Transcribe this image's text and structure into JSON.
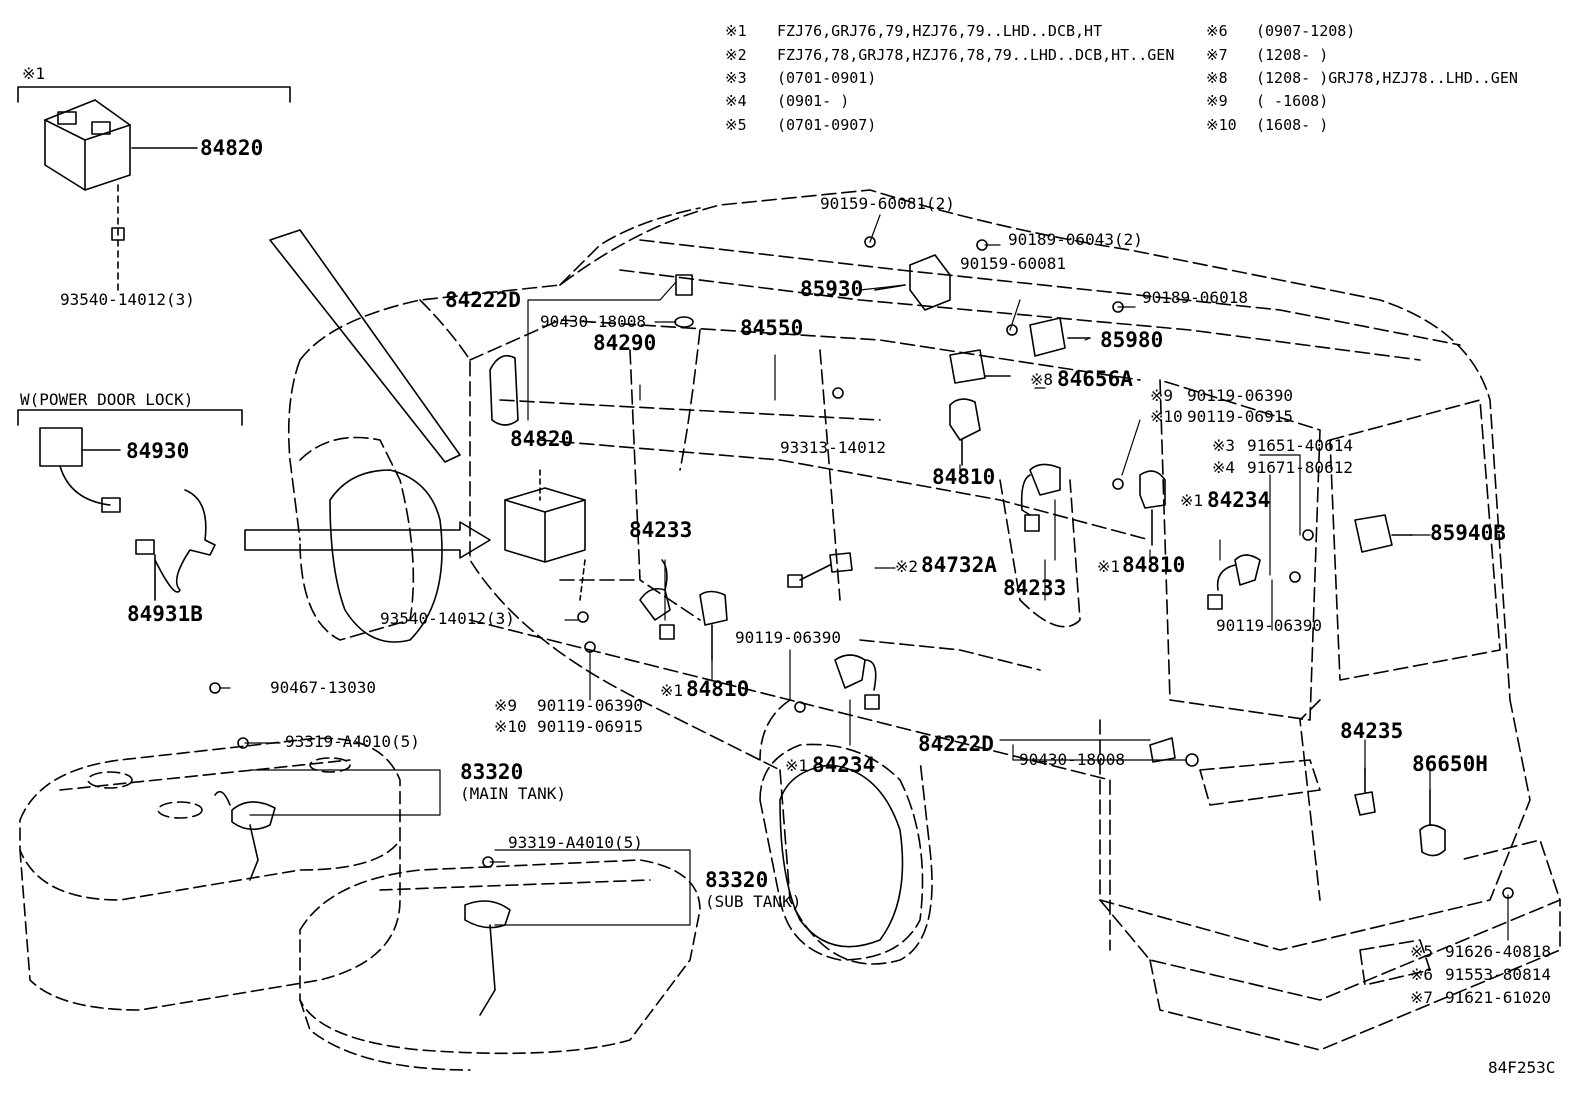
{
  "diagram_id": "84F253C",
  "notes": [
    {
      "mark": "※1",
      "text": "FZJ76,GRJ76,79,HZJ76,79..LHD..DCB,HT"
    },
    {
      "mark": "※2",
      "text": "FZJ76,78,GRJ78,HZJ76,78,79..LHD..DCB,HT..GEN"
    },
    {
      "mark": "※3",
      "text": "(0701-0901)"
    },
    {
      "mark": "※4",
      "text": "(0901-      )"
    },
    {
      "mark": "※5",
      "text": "(0701-0907)"
    },
    {
      "mark": "※6",
      "text": "(0907-1208)"
    },
    {
      "mark": "※7",
      "text": "(1208-      )"
    },
    {
      "mark": "※8",
      "text": "(1208-      )GRJ78,HZJ78..LHD..GEN"
    },
    {
      "mark": "※9",
      "text": "(      -1608)"
    },
    {
      "mark": "※10",
      "text": "(1608-      )"
    }
  ],
  "groups": {
    "group1": "※1",
    "power_door_lock": "W(POWER DOOR LOCK)"
  },
  "labels": {
    "p84820a": "84820",
    "p93540a": "93540-14012(3)",
    "p84930": "84930",
    "p84931b": "84931B",
    "p90467": "90467-13030",
    "p93319a": "93319-A4010(5)",
    "p83320a": "83320",
    "main_tank": "(MAIN TANK)",
    "p93319b": "93319-A4010(5)",
    "p83320b": "83320",
    "sub_tank": "(SUB TANK)",
    "p84222d_a": "84222D",
    "p90430_a": "90430-18008",
    "p84290": "84290",
    "p84550": "84550",
    "p84820b": "84820",
    "p93313": "93313-14012",
    "p90159_2": "90159-60081(2)",
    "p90189_2": "90189-06043(2)",
    "p85930": "85930",
    "p90159": "90159-60081",
    "p90189": "90189-06018",
    "p85980": "85980",
    "p84656a_mark": "※8",
    "p84656a": "84656A",
    "p84810a": "84810",
    "p90119_a_mark": "※9",
    "p90119_a": "90119-06390",
    "p90119_b_mark": "※10",
    "p90119_b": "90119-06915",
    "p91651_mark": "※3",
    "p91651": "91651-40614",
    "p91671_mark": "※4",
    "p91671": "91671-80612",
    "p84234a_mark": "※1",
    "p84234a": "84234",
    "p85940b": "85940B",
    "p84233a": "84233",
    "p84732a_mark": "※2",
    "p84732a": "84732A",
    "p84233b": "84233",
    "p84810b_mark": "※1",
    "p84810b": "84810",
    "p90119_c": "90119-06390",
    "p93540b": "93540-14012(3)",
    "p90119_d": "90119-06390",
    "p84810c_mark": "※1",
    "p84810c": "84810",
    "p90119_e_mark": "※9",
    "p90119_e": "90119-06390",
    "p90119_f_mark": "※10",
    "p90119_f": "90119-06915",
    "p84234b_mark": "※1",
    "p84234b": "84234",
    "p84222d_b": "84222D",
    "p90430_b": "90430-18008",
    "p84235": "84235",
    "p86650h": "86650H",
    "p91626_mark": "※5",
    "p91626": "91626-40818",
    "p91553_mark": "※6",
    "p91553": "91553-80814",
    "p91621_mark": "※7",
    "p91621": "91621-61020"
  }
}
